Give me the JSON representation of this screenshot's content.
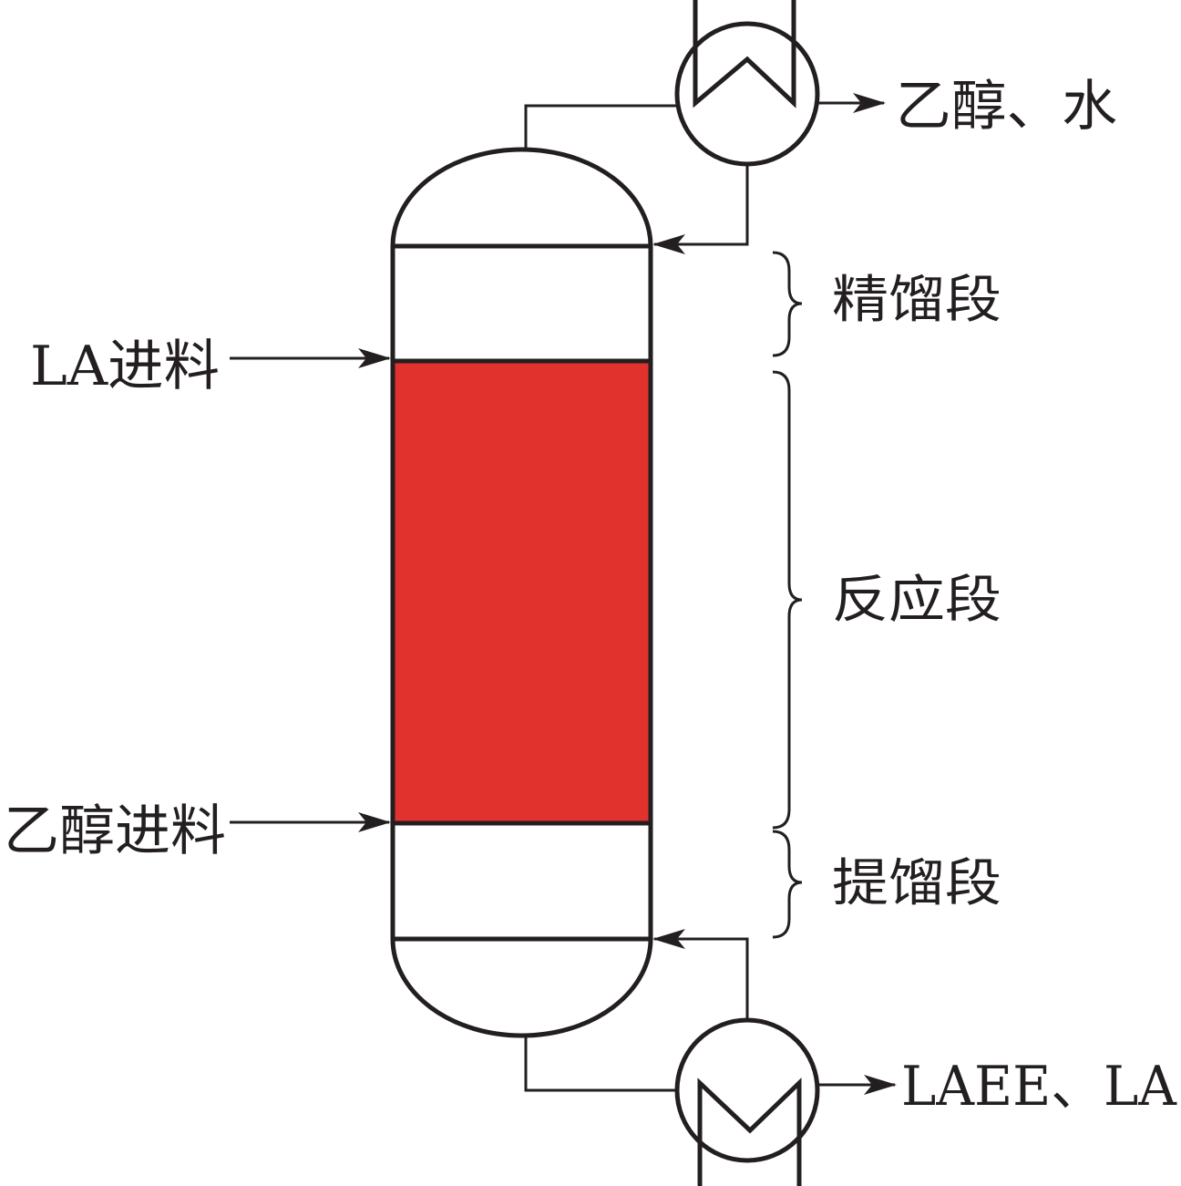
{
  "colors": {
    "reaction_zone": "#e2322d",
    "line": "#231f20",
    "background": "#ffffff"
  },
  "labels": {
    "top_product": "乙醇、水",
    "bottom_product": "LAEE、LA",
    "la_feed": "LA进料",
    "ethanol_feed": "乙醇进料",
    "rectifying_section": "精馏段",
    "reaction_section": "反应段",
    "stripping_section": "提馏段"
  }
}
